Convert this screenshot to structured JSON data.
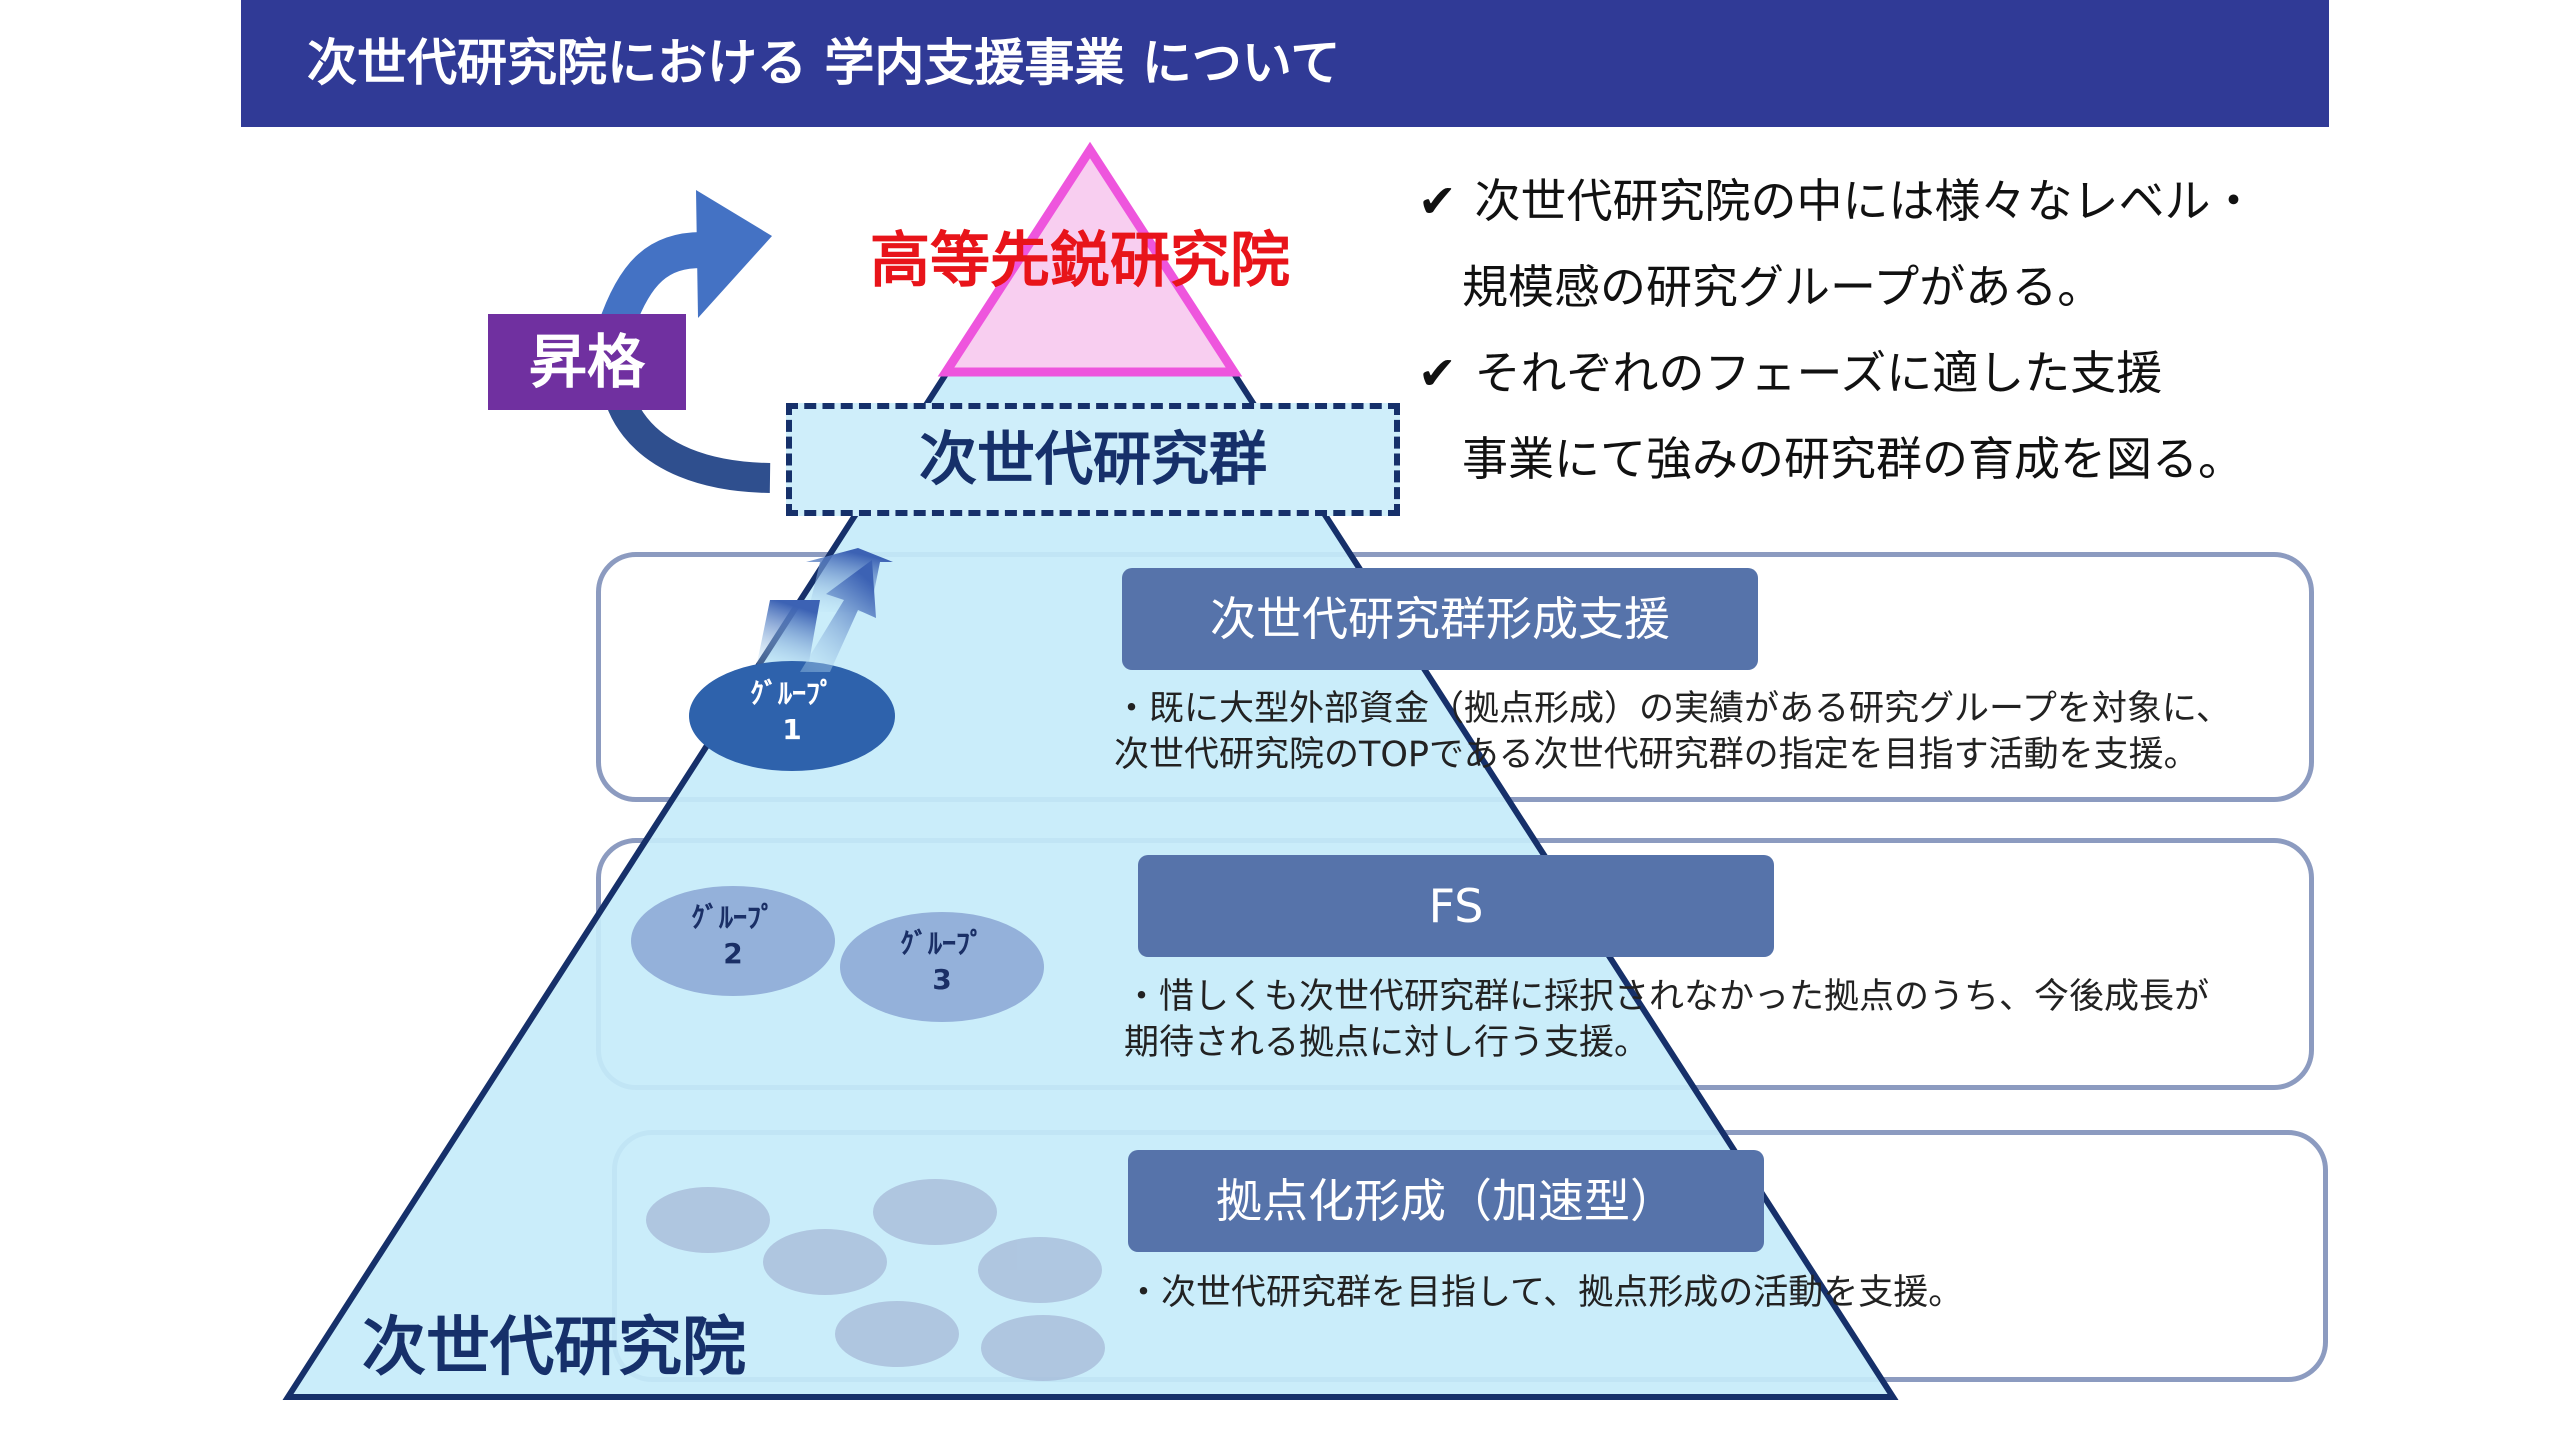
{
  "header": {
    "title": "次世代研究院における 学内支援事業 について"
  },
  "pyramid": {
    "top_label": "高等先鋭研究院",
    "next_label": "次世代研究群",
    "base_label": "次世代研究院",
    "promotion_label": "昇格"
  },
  "bullets": [
    {
      "lines": [
        "次世代研究院の中には様々なレベル・",
        "規模感の研究グループがある。"
      ]
    },
    {
      "lines": [
        "それぞれのフェーズに適した支援",
        "事業にて強みの研究群の育成を図る。"
      ]
    }
  ],
  "check_glyph": "✔",
  "tiers": [
    {
      "title": "次世代研究群形成支援",
      "desc": [
        "・既に大型外部資金（拠点形成）の実績がある研究グループを対象に、",
        "次世代研究院のTOPである次世代研究群の指定を目指す活動を支援。"
      ]
    },
    {
      "title": "FS",
      "desc": [
        "・惜しくも次世代研究群に採択されなかった拠点のうち、今後成長が",
        "期待される拠点に対し行う支援。"
      ]
    },
    {
      "title": "拠点化形成（加速型）",
      "desc": [
        "・次世代研究群を目指して、拠点形成の活動を支援。"
      ]
    }
  ],
  "groups": [
    {
      "label": "ｸﾞﾙｰﾌﾟ",
      "num": "1"
    },
    {
      "label": "ｸﾞﾙｰﾌﾟ",
      "num": "2"
    },
    {
      "label": "ｸﾞﾙｰﾌﾟ",
      "num": "3"
    }
  ],
  "colors": {
    "header_bg": "#303a96",
    "pyramid_fill": "#c6ecfa",
    "pyramid_stroke": "#16306a",
    "apex_fill": "#f8cef0",
    "apex_stroke": "#ee55dd",
    "top_label": "#e8141a",
    "promo_bg": "#7030a0",
    "tier_title_bg": "#5673aa",
    "panel_border": "#8c9bc0"
  }
}
